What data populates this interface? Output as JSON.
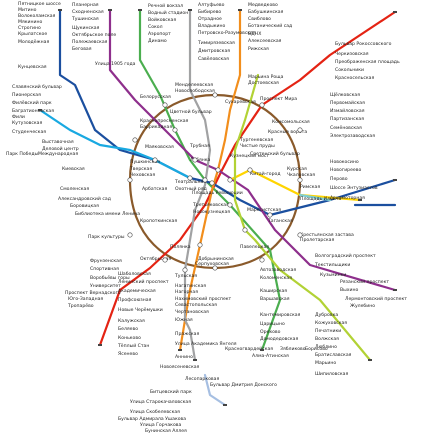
{
  "lines": [
    {
      "name": "red",
      "color": "#e42313"
    },
    {
      "name": "green",
      "color": "#4bae4f"
    },
    {
      "name": "blue",
      "color": "#1b4f9f"
    },
    {
      "name": "lightblue",
      "color": "#19a9e1"
    },
    {
      "name": "ring",
      "color": "#8a5a2b"
    },
    {
      "name": "orange",
      "color": "#f28e1c"
    },
    {
      "name": "violet",
      "color": "#8e2f8c"
    },
    {
      "name": "yellow",
      "color": "#ffd400"
    },
    {
      "name": "grey",
      "color": "#a1a2a3"
    },
    {
      "name": "lime",
      "color": "#b2d235"
    },
    {
      "name": "teal",
      "color": "#7fcdcf"
    },
    {
      "name": "butovo",
      "color": "#a6bfe2"
    }
  ],
  "stations": {
    "s1": "Пятницкое шоссе",
    "s2": "Митино",
    "s3": "Волоколамская",
    "s4": "Мякинино",
    "s5": "Строгино",
    "s6": "Крылатское",
    "s7": "Молодёжная",
    "s8": "Кунцевская",
    "s9": "Планерная",
    "s10": "Сходненская",
    "s11": "Тушинская",
    "s12": "Щукинская",
    "s13": "Октябрьское поле",
    "s14": "Полежаевская",
    "s15": "Беговая",
    "s16": "Улица 1905 года",
    "s17": "Речной вокзал",
    "s18": "Водный стадион",
    "s19": "Войковская",
    "s20": "Сокол",
    "s21": "Аэропорт",
    "s22": "Динамо",
    "s23": "Алтуфьево",
    "s24": "Бибирево",
    "s25": "Отрадное",
    "s26": "Владыкино",
    "s27": "Петровско-Разумовская",
    "s28": "Тимирязевская",
    "s29": "Дмитровская",
    "s30": "Савёловская",
    "s31": "Медведково",
    "s32": "Бабушкинская",
    "s33": "Свиблово",
    "s34": "Ботанический сад",
    "s35": "ВДНХ",
    "s36": "Алексеевская",
    "s37": "Рижская",
    "s38": "Марьина Роща",
    "s39": "Достоевская",
    "s40": "Бульвар Рокоссовского",
    "s41": "Черкизовская",
    "s42": "Преображенская площадь",
    "s43": "Сокольники",
    "s44": "Красносельская",
    "s45": "Щёлковская",
    "s46": "Первомайская",
    "s47": "Измайловская",
    "s48": "Партизанская",
    "s49": "Семёновская",
    "s50": "Электрозаводская",
    "s51": "Славянский бульвар",
    "s52": "Пионерская",
    "s53": "Филёвский парк",
    "s54": "Багратионовская",
    "s55": "Фили",
    "s56": "Кутузовская",
    "s57": "Студенческая",
    "s58": "Парк Победы",
    "s59": "Международная",
    "s60": "Выставочная",
    "s61": "Деловой центр",
    "s62": "Киевская",
    "s63": "Менделеевская",
    "s64": "Новослободская",
    "s65": "Белорусская",
    "s66": "Краснопресненская",
    "s67": "Баррикадная",
    "s68": "Маяковская",
    "s69": "Сухаревская",
    "s70": "Цветной бульвар",
    "s71": "Проспект Мира",
    "s72": "Комсомольская",
    "s73": "Красные ворота",
    "s74": "Тургеневская",
    "s75": "Чистые пруды",
    "s76": "Сретенский бульвар",
    "s77": "Пушкинская",
    "s78": "Тверская",
    "s79": "Чеховская",
    "s80": "Трубная",
    "s81": "Кузнецкий мост",
    "s82": "Лубянка",
    "s83": "Театральная",
    "s84": "Охотный ряд",
    "s85": "Площадь Революции",
    "s86": "Китай-город",
    "s87": "Курская",
    "s88": "Чкаловская",
    "s89": "Римская",
    "s90": "Площадь Ильича",
    "s91": "Новокосино",
    "s92": "Новогиреево",
    "s93": "Перово",
    "s94": "Шоссе Энтузиастов",
    "s95": "Авиамоторная",
    "s96": "Смоленская",
    "s97": "Арбатская",
    "s98": "Александровский сад",
    "s99": "Боровицкая",
    "s100": "Библиотека имени Ленина",
    "s101": "Кропоткинская",
    "s102": "Парк культуры",
    "s103": "Октябрьская",
    "s104": "Полянка",
    "s105": "Добрынинская",
    "s106": "Серпуховская",
    "s107": "Третьяковская",
    "s108": "Новокузнецкая",
    "s109": "Таганская",
    "s110": "Марксистская",
    "s111": "Павелецкая",
    "s112": "Крестьянская застава",
    "s113": "Пролетарская",
    "s114": "Волгоградский проспект",
    "s115": "Текстильщики",
    "s116": "Кузьминки",
    "s117": "Рязанский проспект",
    "s118": "Выхино",
    "s119": "Лермонтовский проспект",
    "s120": "Жулебино",
    "s121": "Фрунзенская",
    "s122": "Спортивная",
    "s123": "Воробьёвы горы",
    "s124": "Университет",
    "s125": "Проспект Вернадского",
    "s126": "Юго-Западная",
    "s127": "Тропарёво",
    "s128": "Шаболовская",
    "s129": "Ленинский проспект",
    "s130": "Академическая",
    "s131": "Профсоюзная",
    "s132": "Новые Черёмушки",
    "s133": "Калужская",
    "s134": "Беляево",
    "s135": "Коньково",
    "s136": "Тёплый Стан",
    "s137": "Ясенево",
    "s138": "Новоясеневская",
    "s139": "Тульская",
    "s140": "Нагатинская",
    "s141": "Нагорная",
    "s142": "Нахимовский проспект",
    "s143": "Севастопольская",
    "s144": "Чертановская",
    "s145": "Южная",
    "s146": "Пражская",
    "s147": "Улица Академика Янгеля",
    "s148": "Аннино",
    "s149": "Бульвар Дмитрия Донского",
    "s150": "Автозаводская",
    "s151": "Коломенская",
    "s152": "Каширская",
    "s153": "Варшавская",
    "s154": "Кантемировская",
    "s155": "Царицыно",
    "s156": "Орехово",
    "s157": "Домодедовская",
    "s158": "Красногвардейская",
    "s159": "Алма-Атинская",
    "s160": "Дубровка",
    "s161": "Кожуховская",
    "s162": "Печатники",
    "s163": "Волжская",
    "s164": "Люблино",
    "s165": "Братиславская",
    "s166": "Марьино",
    "s167": "Борисово",
    "s168": "Шипиловская",
    "s169": "Зябликово",
    "s170": "Лесопарковая",
    "s171": "Битцевский парк",
    "s172": "Улица Старокачаловская",
    "s173": "Улица Скобелевская",
    "s174": "Бульвар Адмирала Ушакова",
    "s175": "Улица Горчакова",
    "s176": "Бунинская Аллея"
  }
}
